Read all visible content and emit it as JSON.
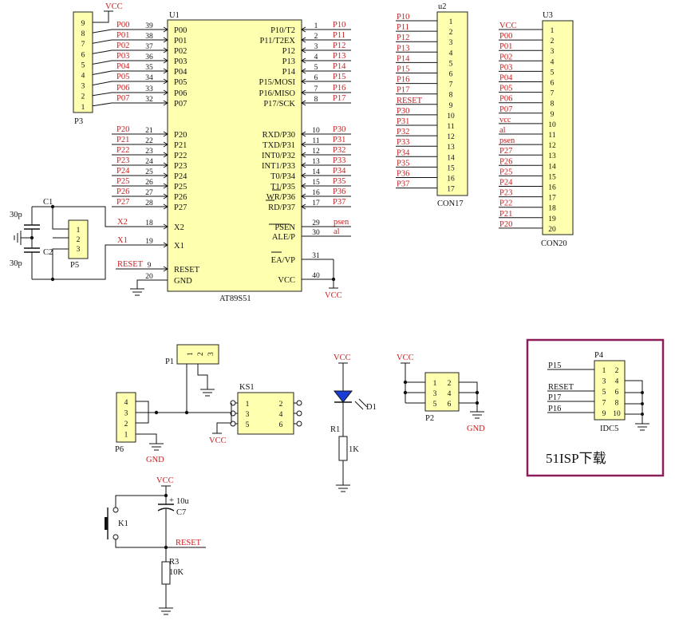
{
  "power": {
    "vcc": "VCC",
    "gnd": "GND"
  },
  "u1": {
    "ref": "U1",
    "name": "AT89S51",
    "left_pins": [
      {
        "num": "39",
        "label": "P00",
        "net": "P00"
      },
      {
        "num": "38",
        "label": "P01",
        "net": "P01"
      },
      {
        "num": "37",
        "label": "P02",
        "net": "P02"
      },
      {
        "num": "36",
        "label": "P03",
        "net": "P03"
      },
      {
        "num": "35",
        "label": "P04",
        "net": "P04"
      },
      {
        "num": "34",
        "label": "P05",
        "net": "P05"
      },
      {
        "num": "33",
        "label": "P06",
        "net": "P06"
      },
      {
        "num": "32",
        "label": "P07",
        "net": "P07"
      },
      {
        "num": "21",
        "label": "P20",
        "net": "P20"
      },
      {
        "num": "22",
        "label": "P21",
        "net": "P21"
      },
      {
        "num": "23",
        "label": "P22",
        "net": "P22"
      },
      {
        "num": "24",
        "label": "P23",
        "net": "P23"
      },
      {
        "num": "25",
        "label": "P24",
        "net": "P24"
      },
      {
        "num": "26",
        "label": "P25",
        "net": "P25"
      },
      {
        "num": "27",
        "label": "P26",
        "net": "P26"
      },
      {
        "num": "28",
        "label": "P27",
        "net": "P27"
      },
      {
        "num": "18",
        "label": "X2",
        "net": "X2"
      },
      {
        "num": "19",
        "label": "X1",
        "net": "X1"
      },
      {
        "num": "9",
        "label": "RESET",
        "net": "RESET"
      },
      {
        "num": "20",
        "label": "GND",
        "net": ""
      }
    ],
    "right_pins": [
      {
        "num": "1",
        "label": "P10/T2",
        "net": "P10"
      },
      {
        "num": "2",
        "label": "P11/T2EX",
        "net": "P11"
      },
      {
        "num": "3",
        "label": "P12",
        "net": "P12"
      },
      {
        "num": "4",
        "label": "P13",
        "net": "P13"
      },
      {
        "num": "5",
        "label": "P14",
        "net": "P14"
      },
      {
        "num": "6",
        "label": "P15/MOSI",
        "net": "P15"
      },
      {
        "num": "7",
        "label": "P16/MISO",
        "net": "P16"
      },
      {
        "num": "8",
        "label": "P17/SCK",
        "net": "P17"
      },
      {
        "num": "10",
        "label": "RXD/P30",
        "net": "P30"
      },
      {
        "num": "11",
        "label": "TXD/P31",
        "net": "P31"
      },
      {
        "num": "12",
        "label": "INT0/P32",
        "net": "P32"
      },
      {
        "num": "13",
        "label": "INT1/P33",
        "net": "P33"
      },
      {
        "num": "14",
        "label": "T0/P34",
        "net": "P34"
      },
      {
        "num": "15",
        "label": "T1/P35",
        "net": "P35"
      },
      {
        "num": "16",
        "label": "WR/P36",
        "net": "P36"
      },
      {
        "num": "17",
        "label": "RD/P37",
        "net": "P37"
      },
      {
        "num": "29",
        "label": "PSEN",
        "net": "psen"
      },
      {
        "num": "30",
        "label": "ALE/P",
        "net": "al"
      },
      {
        "num": "31",
        "label": "EA/VP",
        "net": ""
      },
      {
        "num": "40",
        "label": "VCC",
        "net": ""
      }
    ]
  },
  "p3": {
    "ref": "P3",
    "pins": [
      "9",
      "8",
      "7",
      "6",
      "5",
      "4",
      "3",
      "2",
      "1"
    ]
  },
  "u2": {
    "ref": "u2",
    "name": "CON17",
    "pins": [
      "1",
      "2",
      "3",
      "4",
      "5",
      "6",
      "7",
      "8",
      "9",
      "10",
      "11",
      "12",
      "13",
      "14",
      "15",
      "16",
      "17"
    ],
    "nets": [
      "P10",
      "P11",
      "P12",
      "P13",
      "P14",
      "P15",
      "P16",
      "P17",
      "RESET",
      "P30",
      "P31",
      "P32",
      "P33",
      "P34",
      "P35",
      "P36",
      "P37"
    ]
  },
  "u3": {
    "ref": "U3",
    "name": "CON20",
    "pins": [
      "1",
      "2",
      "3",
      "4",
      "5",
      "6",
      "7",
      "8",
      "9",
      "10",
      "11",
      "12",
      "13",
      "14",
      "15",
      "16",
      "17",
      "18",
      "19",
      "20"
    ],
    "nets": [
      "VCC",
      "P00",
      "P01",
      "P02",
      "P03",
      "P04",
      "P05",
      "P06",
      "P07",
      "vcc",
      "al",
      "psen",
      "P27",
      "P26",
      "P25",
      "P24",
      "P23",
      "P22",
      "P21",
      "P20"
    ]
  },
  "crystal": {
    "c1": "C1",
    "c2": "C2",
    "c1_val": "30p",
    "c2_val": "30p",
    "p5": "P5",
    "p5_pins": [
      "1",
      "2",
      "3"
    ]
  },
  "p1": {
    "ref": "P1",
    "pins": [
      "1",
      "2",
      "3"
    ]
  },
  "p6": {
    "ref": "P6",
    "pins": [
      "4",
      "3",
      "2",
      "1"
    ]
  },
  "ks1": {
    "ref": "KS1",
    "pins": [
      "1",
      "2",
      "3",
      "4",
      "5",
      "6"
    ]
  },
  "led": {
    "d": "D1",
    "r": "R1",
    "r_val": "1K"
  },
  "p2": {
    "ref": "P2",
    "pins": [
      "1",
      "2",
      "3",
      "4",
      "5",
      "6"
    ]
  },
  "reset_circuit": {
    "k": "K1",
    "c": "C7",
    "c_val": "10u",
    "r": "R3",
    "r_val": "10K",
    "net": "RESET",
    "plus": "+"
  },
  "isp": {
    "ref": "P4",
    "name": "IDC5",
    "caption": "51ISP下载",
    "border": "#8c1f5a",
    "nets": [
      "P15",
      "RESET",
      "P17",
      "P16"
    ],
    "pins": [
      "1",
      "2",
      "3",
      "4",
      "5",
      "6",
      "7",
      "8",
      "9",
      "10"
    ]
  }
}
